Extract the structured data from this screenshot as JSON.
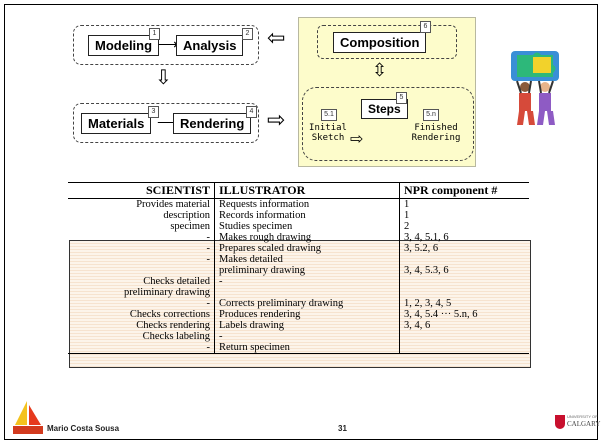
{
  "diagram": {
    "modeling": {
      "label": "Modeling",
      "num": "1"
    },
    "analysis": {
      "label": "Analysis",
      "num": "2"
    },
    "materials": {
      "label": "Materials",
      "num": "3"
    },
    "rendering": {
      "label": "Rendering",
      "num": "4"
    },
    "composition": {
      "label": "Composition",
      "num": "6"
    },
    "steps": {
      "label": "Steps",
      "num": "5"
    },
    "initial": {
      "line1": "Initial",
      "line2": "Sketch",
      "num": "5.1"
    },
    "finished": {
      "line1": "Finished",
      "line2": "Rendering",
      "num": "5.n"
    }
  },
  "table": {
    "headers": [
      "SCIENTIST",
      "ILLUSTRATOR",
      "NPR component #"
    ],
    "rows": [
      {
        "sci": "Provides material",
        "ill": "Requests information",
        "npr": "1"
      },
      {
        "sci": "description",
        "ill": "Records information",
        "npr": "1"
      },
      {
        "sci": "specimen",
        "ill": "Studies specimen",
        "npr": "2"
      },
      {
        "sci": "-",
        "ill": "Makes rough drawing",
        "npr": "3, 4, 5.1, 6"
      },
      {
        "sci": "-",
        "ill": "Prepares scaled drawing",
        "npr": "3, 5.2, 6"
      },
      {
        "sci": "-",
        "ill": "Makes detailed",
        "npr": ""
      },
      {
        "sci": "",
        "ill": "preliminary drawing",
        "npr": "3, 4, 5.3, 6"
      },
      {
        "sci": "Checks detailed",
        "ill": "-",
        "npr": ""
      },
      {
        "sci": "preliminary drawing",
        "ill": "",
        "npr": ""
      },
      {
        "sci": "-",
        "ill": "Corrects preliminary drawing",
        "npr": "1, 2, 3, 4, 5"
      },
      {
        "sci": "Checks corrections",
        "ill": "Produces rendering",
        "npr": "3, 4, 5.4 ··· 5.n, 6"
      },
      {
        "sci": "Checks rendering",
        "ill": "Labels drawing",
        "npr": "3, 4, 6"
      },
      {
        "sci": "Checks labeling",
        "ill": "-",
        "npr": ""
      },
      {
        "sci": "-",
        "ill": "Return specimen",
        "npr": ""
      }
    ]
  },
  "footer": {
    "author": "Mario Costa Sousa",
    "page": "31",
    "logo_text_1": "UNIVERSITY OF",
    "logo_text_2": "CALGARY"
  },
  "colors": {
    "composition_bg": "#fdfccb",
    "highlight": "#f6e3cf"
  }
}
